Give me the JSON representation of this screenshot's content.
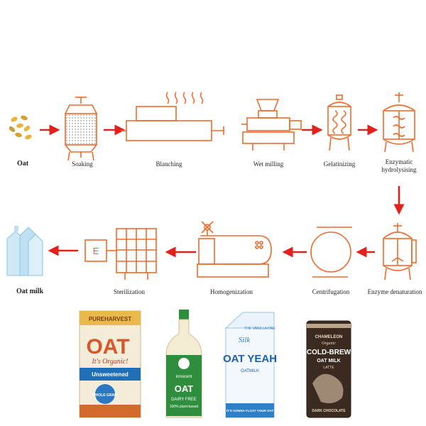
{
  "steps": {
    "oat": "Oat",
    "soaking": "Soaking",
    "blanching": "Blanching",
    "wet_milling": "Wet milling",
    "gelatinizing": "Gelatinizing",
    "enzymatic_hydrolysising": "Enzymatic hydrolysising",
    "enzyme_denaturation": "Enzyme denaturation",
    "centrifugation": "Centrifugation",
    "homogenization": "Homogenization",
    "sterilization": "Sterilization",
    "oat_milk": "Oat milk"
  },
  "sterilizer_letter": "E",
  "products": [
    {
      "brand": "PUREHARVEST",
      "name": "OAT",
      "tagline": "It's Organic!",
      "variant": "Unsweetened",
      "badge": "WHOLE GRAIN"
    },
    {
      "brand": "innocent",
      "name": "OAT",
      "tagline": "DAIRY FREE",
      "variant": "100% plant-based"
    },
    {
      "brand": "Silk",
      "name": "OAT YEAH",
      "tagline": "OATMILK",
      "variant": "IT'S GONNA FLOAT YOUR OAT",
      "flavor": "THE VANILLA ONE"
    },
    {
      "brand": "CHAMELEON",
      "tagline": "Organic",
      "name": "COLD-BREW",
      "variant": "OAT MILK",
      "sub": "LATTE",
      "flavor": "DARK CHOCOLATE"
    }
  ],
  "colors": {
    "equipment": "#ef6a2c",
    "arrow": "#e3201b",
    "grain": "#e8b640"
  }
}
